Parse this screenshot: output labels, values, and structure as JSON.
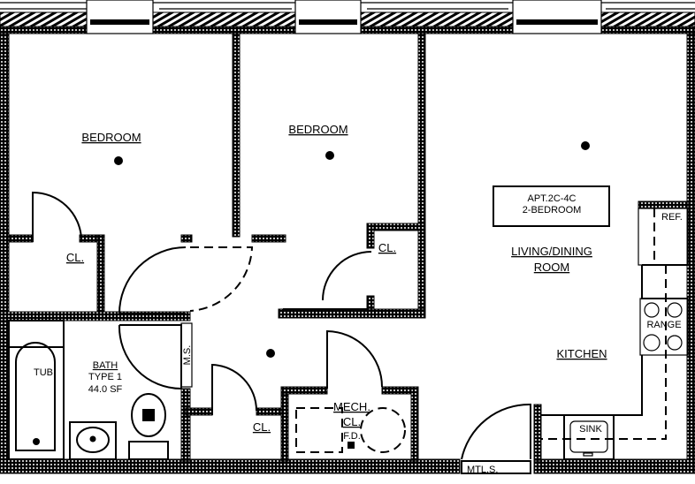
{
  "plan_title": {
    "apt": "APT.2C-4C",
    "type": "2-BEDROOM"
  },
  "rooms": {
    "bedroom1": "BEDROOM",
    "bedroom2": "BEDROOM",
    "living": [
      "LIVING/DINING",
      "ROOM"
    ],
    "kitchen": "KITCHEN",
    "bath": {
      "name": "BATH",
      "type": "TYPE 1",
      "area": "44.0 SF"
    },
    "closet1": "CL.",
    "closet2": "CL.",
    "closet3": "CL.",
    "mech": [
      "MECH.",
      "CL.",
      "F.D."
    ]
  },
  "fixtures": {
    "tub": "TUB",
    "ms": "M.S.",
    "ref": "REF.",
    "range": "RANGE",
    "sink": "SINK",
    "mtls": "MTL.S."
  }
}
